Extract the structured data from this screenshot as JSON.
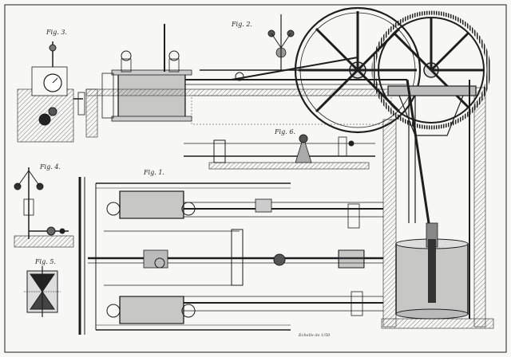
{
  "plate": {
    "ink_color": "#1e1e1e",
    "hatch_color": "#7a7a7a",
    "paper_color": "#f7f7f4",
    "figures": {
      "fig1": "Fig. 1.",
      "fig2": "Fig. 2.",
      "fig3": "Fig. 3.",
      "fig4": "Fig. 4.",
      "fig5": "Fig. 5.",
      "fig6": "Fig. 6."
    },
    "scale_note": "Echelle de 1/50"
  }
}
